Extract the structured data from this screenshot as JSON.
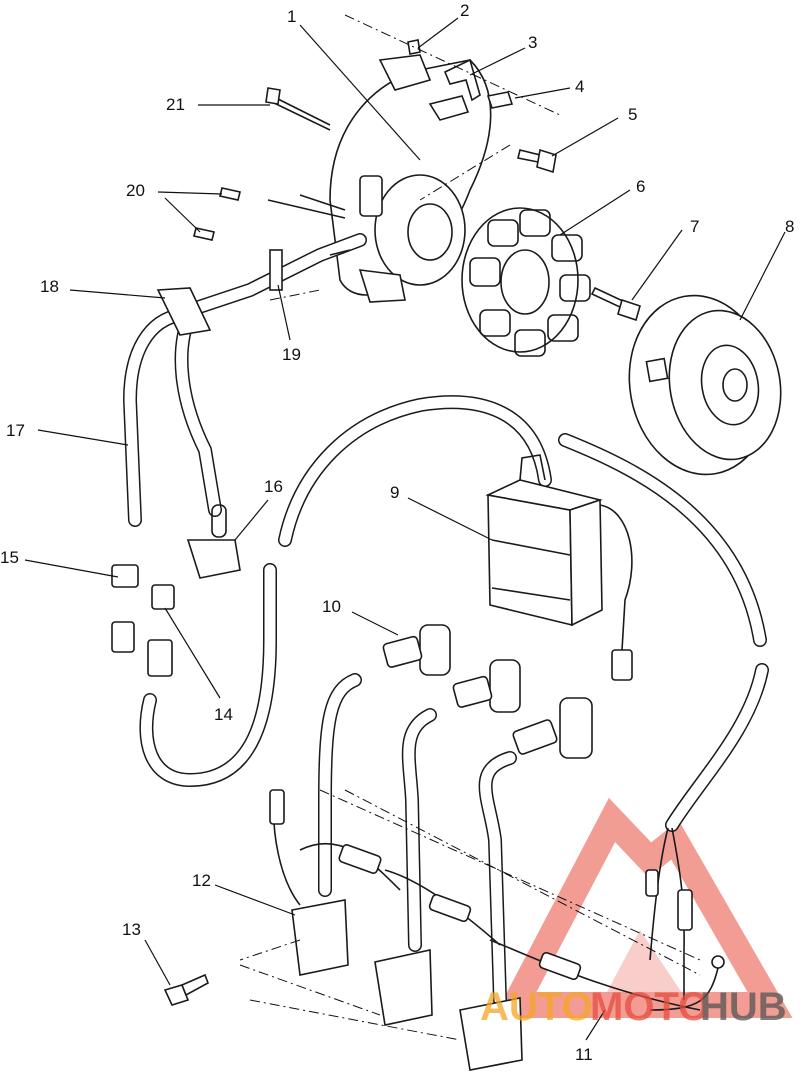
{
  "callouts": [
    {
      "id": "1",
      "label": "1"
    },
    {
      "id": "2",
      "label": "2"
    },
    {
      "id": "3",
      "label": "3"
    },
    {
      "id": "4",
      "label": "4"
    },
    {
      "id": "5",
      "label": "5"
    },
    {
      "id": "6",
      "label": "6"
    },
    {
      "id": "7",
      "label": "7"
    },
    {
      "id": "8",
      "label": "8"
    },
    {
      "id": "9",
      "label": "9"
    },
    {
      "id": "10",
      "label": "10"
    },
    {
      "id": "11",
      "label": "11"
    },
    {
      "id": "12",
      "label": "12"
    },
    {
      "id": "13",
      "label": "13"
    },
    {
      "id": "14",
      "label": "14"
    },
    {
      "id": "15",
      "label": "15"
    },
    {
      "id": "16",
      "label": "16"
    },
    {
      "id": "17",
      "label": "17"
    },
    {
      "id": "18",
      "label": "18"
    },
    {
      "id": "19",
      "label": "19"
    },
    {
      "id": "20",
      "label": "20"
    },
    {
      "id": "21",
      "label": "21"
    }
  ],
  "watermark": {
    "text_part1": "AUTO",
    "text_part2": "MOTO",
    "text_part3": "HUB",
    "color_orange": "#f5a623",
    "color_red": "#e84c3d",
    "color_dark": "#555555"
  }
}
